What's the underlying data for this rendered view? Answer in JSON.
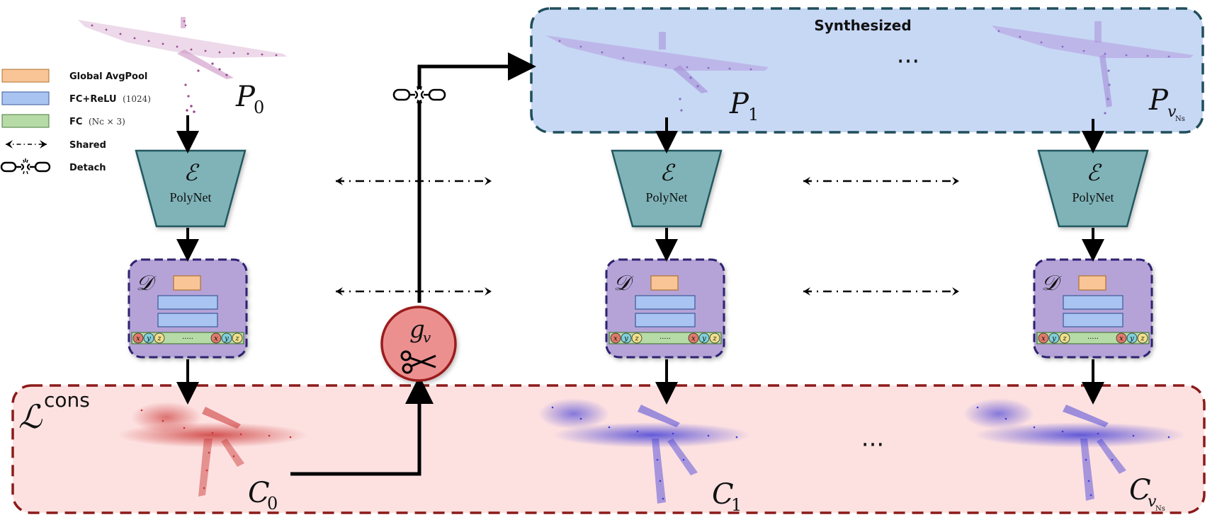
{
  "legend": {
    "items": [
      {
        "label": "Global AvgPool",
        "sub": "",
        "color": "#f9c596"
      },
      {
        "label": "FC+ReLU",
        "sub": "(1024)",
        "color": "#a9c4f1"
      },
      {
        "label": "FC",
        "sub": "(Nᴄ × 3)",
        "color": "#b7dba7"
      },
      {
        "label": "Shared",
        "sub": "",
        "icon": "dash-dot-double-arrow-icon"
      },
      {
        "label": "Detach",
        "sub": "",
        "icon": "broken-chain-icon"
      }
    ]
  },
  "synth_box": {
    "title": "Synthesized",
    "color": "#c7d8f5",
    "border": "#1f4e5a"
  },
  "cons_box": {
    "label_main": "ℒ",
    "label_sup": "cons",
    "color": "#fde1e1",
    "border": "#8b1a1a"
  },
  "columns": [
    {
      "input": "P",
      "input_sub": "0",
      "output": "C",
      "output_sub": "0",
      "cloud_color": "#c8312f",
      "input_cloud_color": "#9b4a8e"
    },
    {
      "input": "P",
      "input_sub": "1",
      "output": "C",
      "output_sub": "1",
      "cloud_color": "#3e3ad6",
      "input_cloud_color": "#8a5ac6"
    },
    {
      "input": "P",
      "input_sub": "v",
      "input_subsub": "Ns",
      "output": "C",
      "output_sub": "v",
      "output_subsub": "Ns",
      "cloud_color": "#3e3ad6",
      "input_cloud_color": "#8a5ac6"
    }
  ],
  "encoder": {
    "symbol": "ℰ",
    "name": "PolyNet",
    "color": "#7fb3b8",
    "border": "#205860"
  },
  "decoder": {
    "symbol": "𝒟",
    "color": "#b5a3d8",
    "border": "#2e2470"
  },
  "fc_row": {
    "x": "x",
    "y": "y",
    "z": "z",
    "ellipsis": "·····"
  },
  "gv_node": {
    "label": "g",
    "label_sub": "v",
    "icon": "scissors-icon",
    "color": "#ec8f8f",
    "border": "#9b1a1a"
  },
  "ellipsis": "···"
}
